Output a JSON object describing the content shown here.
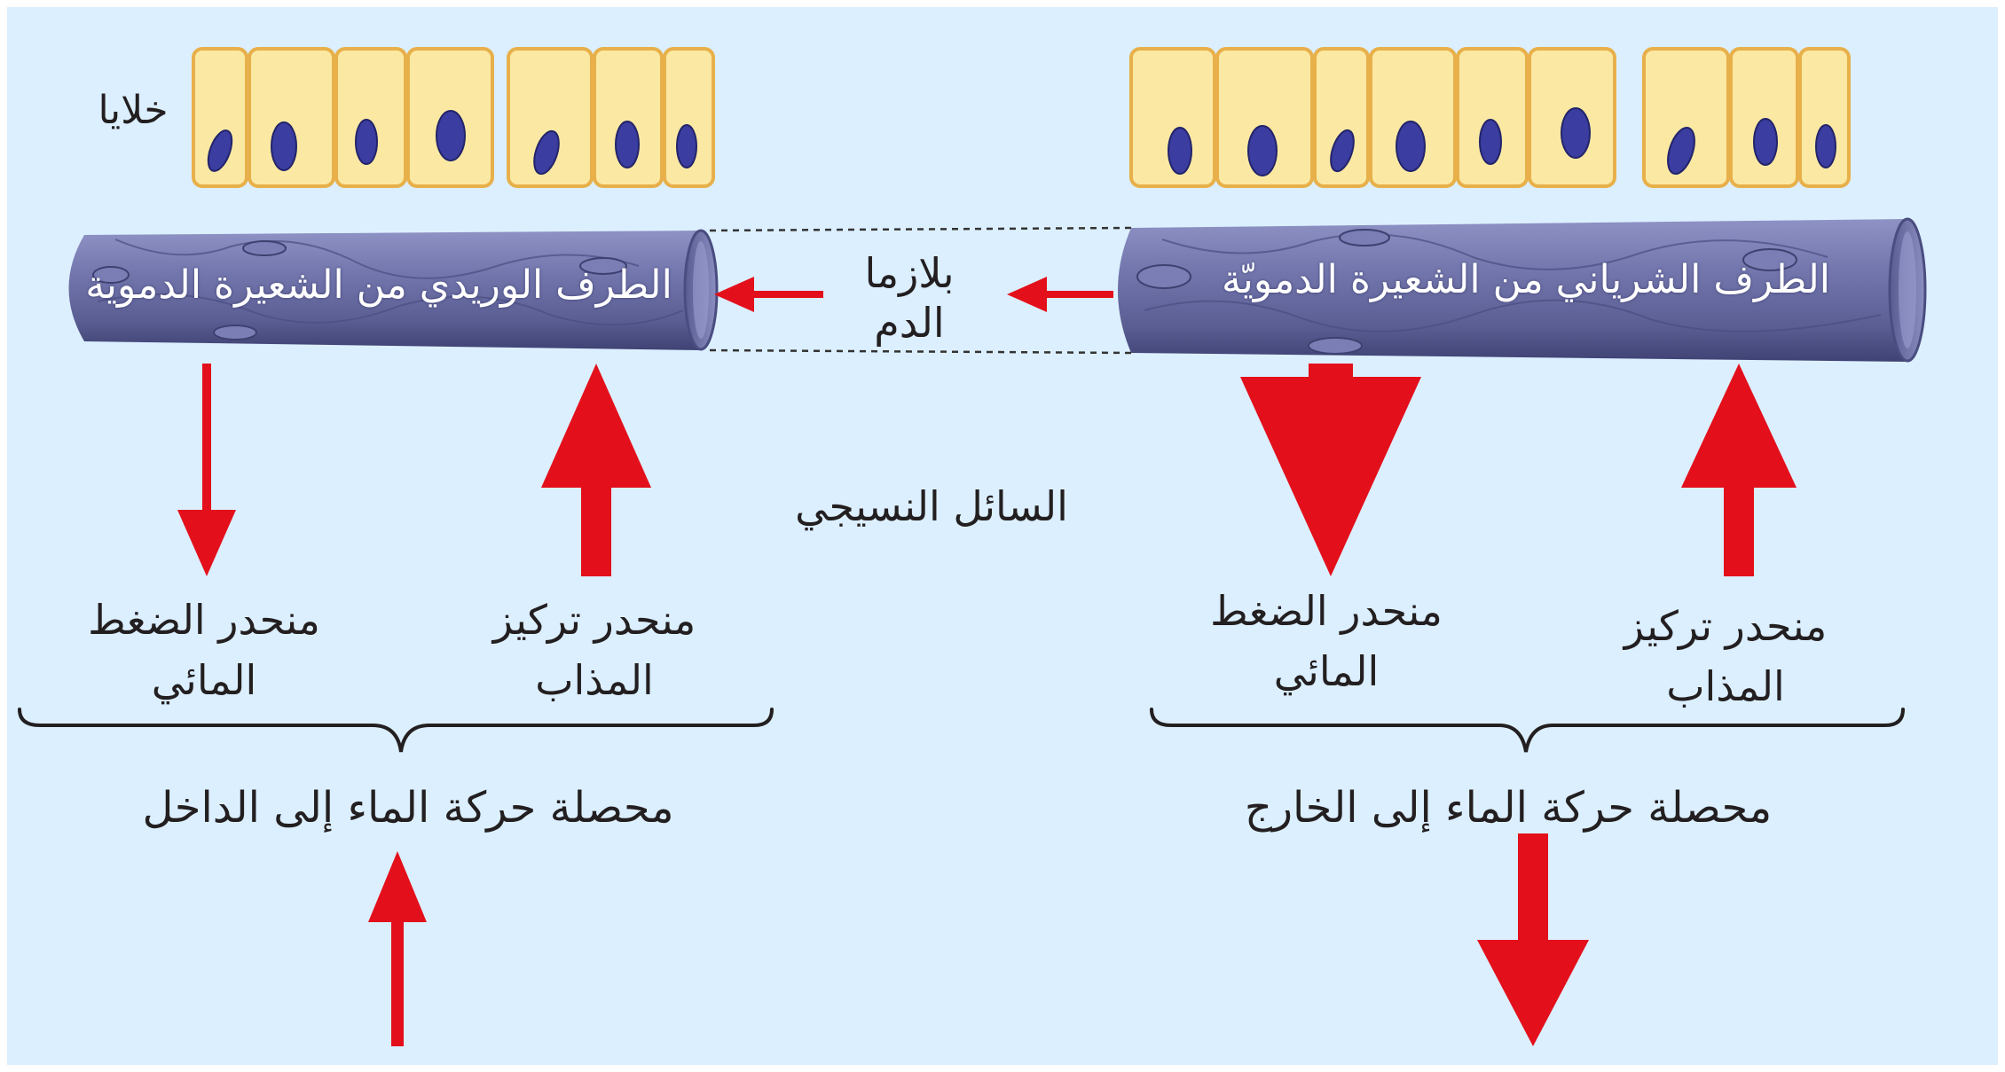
{
  "labels": {
    "cells": "خلايا",
    "venous_end": "الطرف الوريدي من الشعيرة الدموية",
    "arterial_end": "الطرف الشرياني من الشعيرة الدمويّة",
    "plasma_line1": "بلازما",
    "plasma_line2": "الدم",
    "tissue_fluid": "السائل النسيجي",
    "left_hydrostatic_line1": "منحدر الضغط",
    "left_hydrostatic_line2": "المائي",
    "left_solute_line1": "منحدر تركيز",
    "left_solute_line2": "المذاب",
    "right_hydrostatic_line1": "منحدر الضغط",
    "right_hydrostatic_line2": "المائي",
    "right_solute_line1": "منحدر تركيز",
    "right_solute_line2": "المذاب",
    "net_inward": "محصلة حركة الماء إلى الداخل",
    "net_outward": "محصلة حركة الماء إلى الخارج"
  },
  "colors": {
    "background": "#dcefff",
    "cell_fill": "#fbe9a3",
    "cell_border": "#e8b04a",
    "nucleus": "#3b3da0",
    "vessel": "#6b6fa5",
    "arrow": "#e3101b"
  }
}
